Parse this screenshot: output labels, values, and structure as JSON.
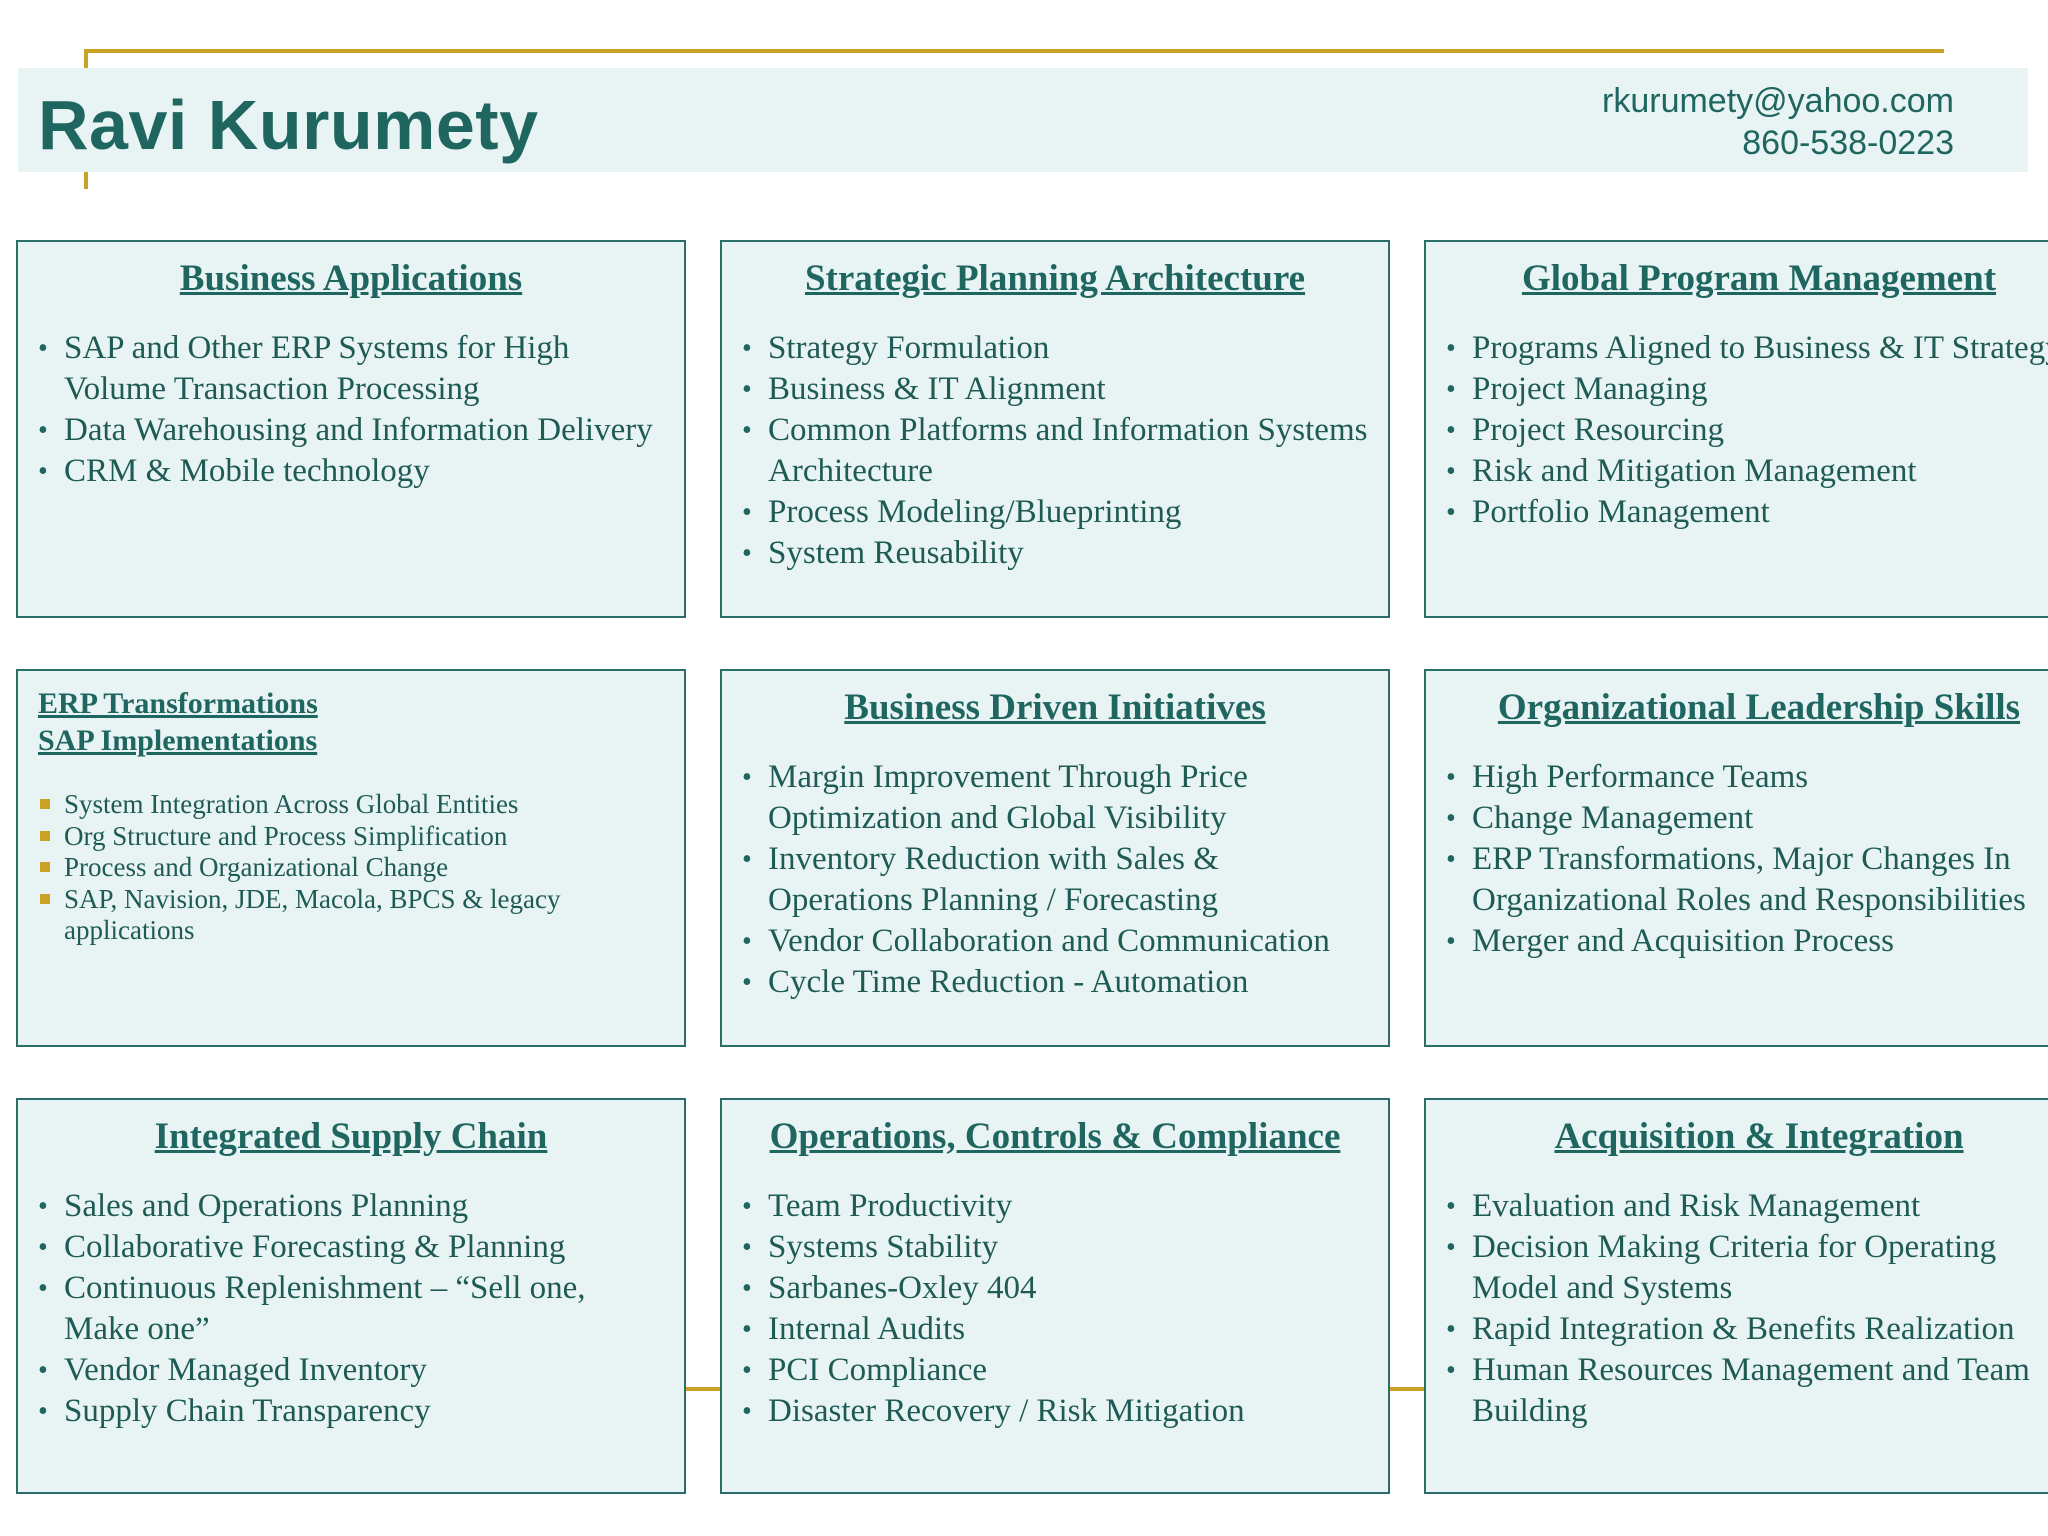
{
  "header": {
    "name": "Ravi Kurumety",
    "email": "rkurumety@yahoo.com",
    "phone": "860-538-0223"
  },
  "colors": {
    "accent_gold": "#c9a227",
    "teal": "#1f6660",
    "panel_bg": "#e8f3f3"
  },
  "cards": [
    {
      "title": "Business Applications",
      "items": [
        "SAP and Other ERP Systems for High Volume Transaction Processing",
        "Data Warehousing and Information Delivery",
        "CRM & Mobile technology"
      ]
    },
    {
      "title": "Strategic Planning Architecture",
      "items": [
        "Strategy Formulation",
        "Business & IT Alignment",
        "Common Platforms and Information Systems Architecture",
        "Process Modeling/Blueprinting",
        "System Reusability"
      ]
    },
    {
      "title": "Global Program Management",
      "items": [
        "Programs Aligned to Business & IT Strategy",
        "Project Managing",
        "Project Resourcing",
        "Risk and Mitigation Management",
        "Portfolio Management"
      ]
    },
    {
      "title_line1": "ERP Transformations",
      "title_line2": "SAP Implementations",
      "items": [
        "System Integration Across Global Entities",
        "Org Structure and  Process Simplification",
        "Process and Organizational Change",
        "SAP, Navision, JDE, Macola, BPCS & legacy applications"
      ]
    },
    {
      "title": "Business Driven Initiatives",
      "items": [
        "Margin Improvement Through Price Optimization and Global Visibility",
        "Inventory Reduction with Sales & Operations Planning / Forecasting",
        "Vendor Collaboration and Communication",
        "Cycle Time Reduction - Automation"
      ]
    },
    {
      "title": "Organizational Leadership Skills",
      "items": [
        "High Performance Teams",
        "Change Management",
        "ERP Transformations, Major Changes In Organizational Roles and Responsibilities",
        "Merger and Acquisition Process"
      ]
    },
    {
      "title": "Integrated Supply Chain",
      "items": [
        "Sales and Operations Planning",
        "Collaborative Forecasting & Planning",
        "Continuous Replenishment – “Sell one, Make one”",
        "Vendor Managed Inventory",
        "Supply Chain Transparency"
      ]
    },
    {
      "title": "Operations, Controls & Compliance",
      "items": [
        "Team Productivity",
        "Systems Stability",
        "Sarbanes-Oxley 404",
        "Internal Audits",
        "PCI Compliance",
        "Disaster Recovery / Risk Mitigation"
      ]
    },
    {
      "title": "Acquisition & Integration",
      "items": [
        "Evaluation and Risk Management",
        "Decision Making Criteria for Operating Model and Systems",
        "Rapid Integration & Benefits Realization",
        "Human Resources Management and Team Building"
      ]
    }
  ]
}
